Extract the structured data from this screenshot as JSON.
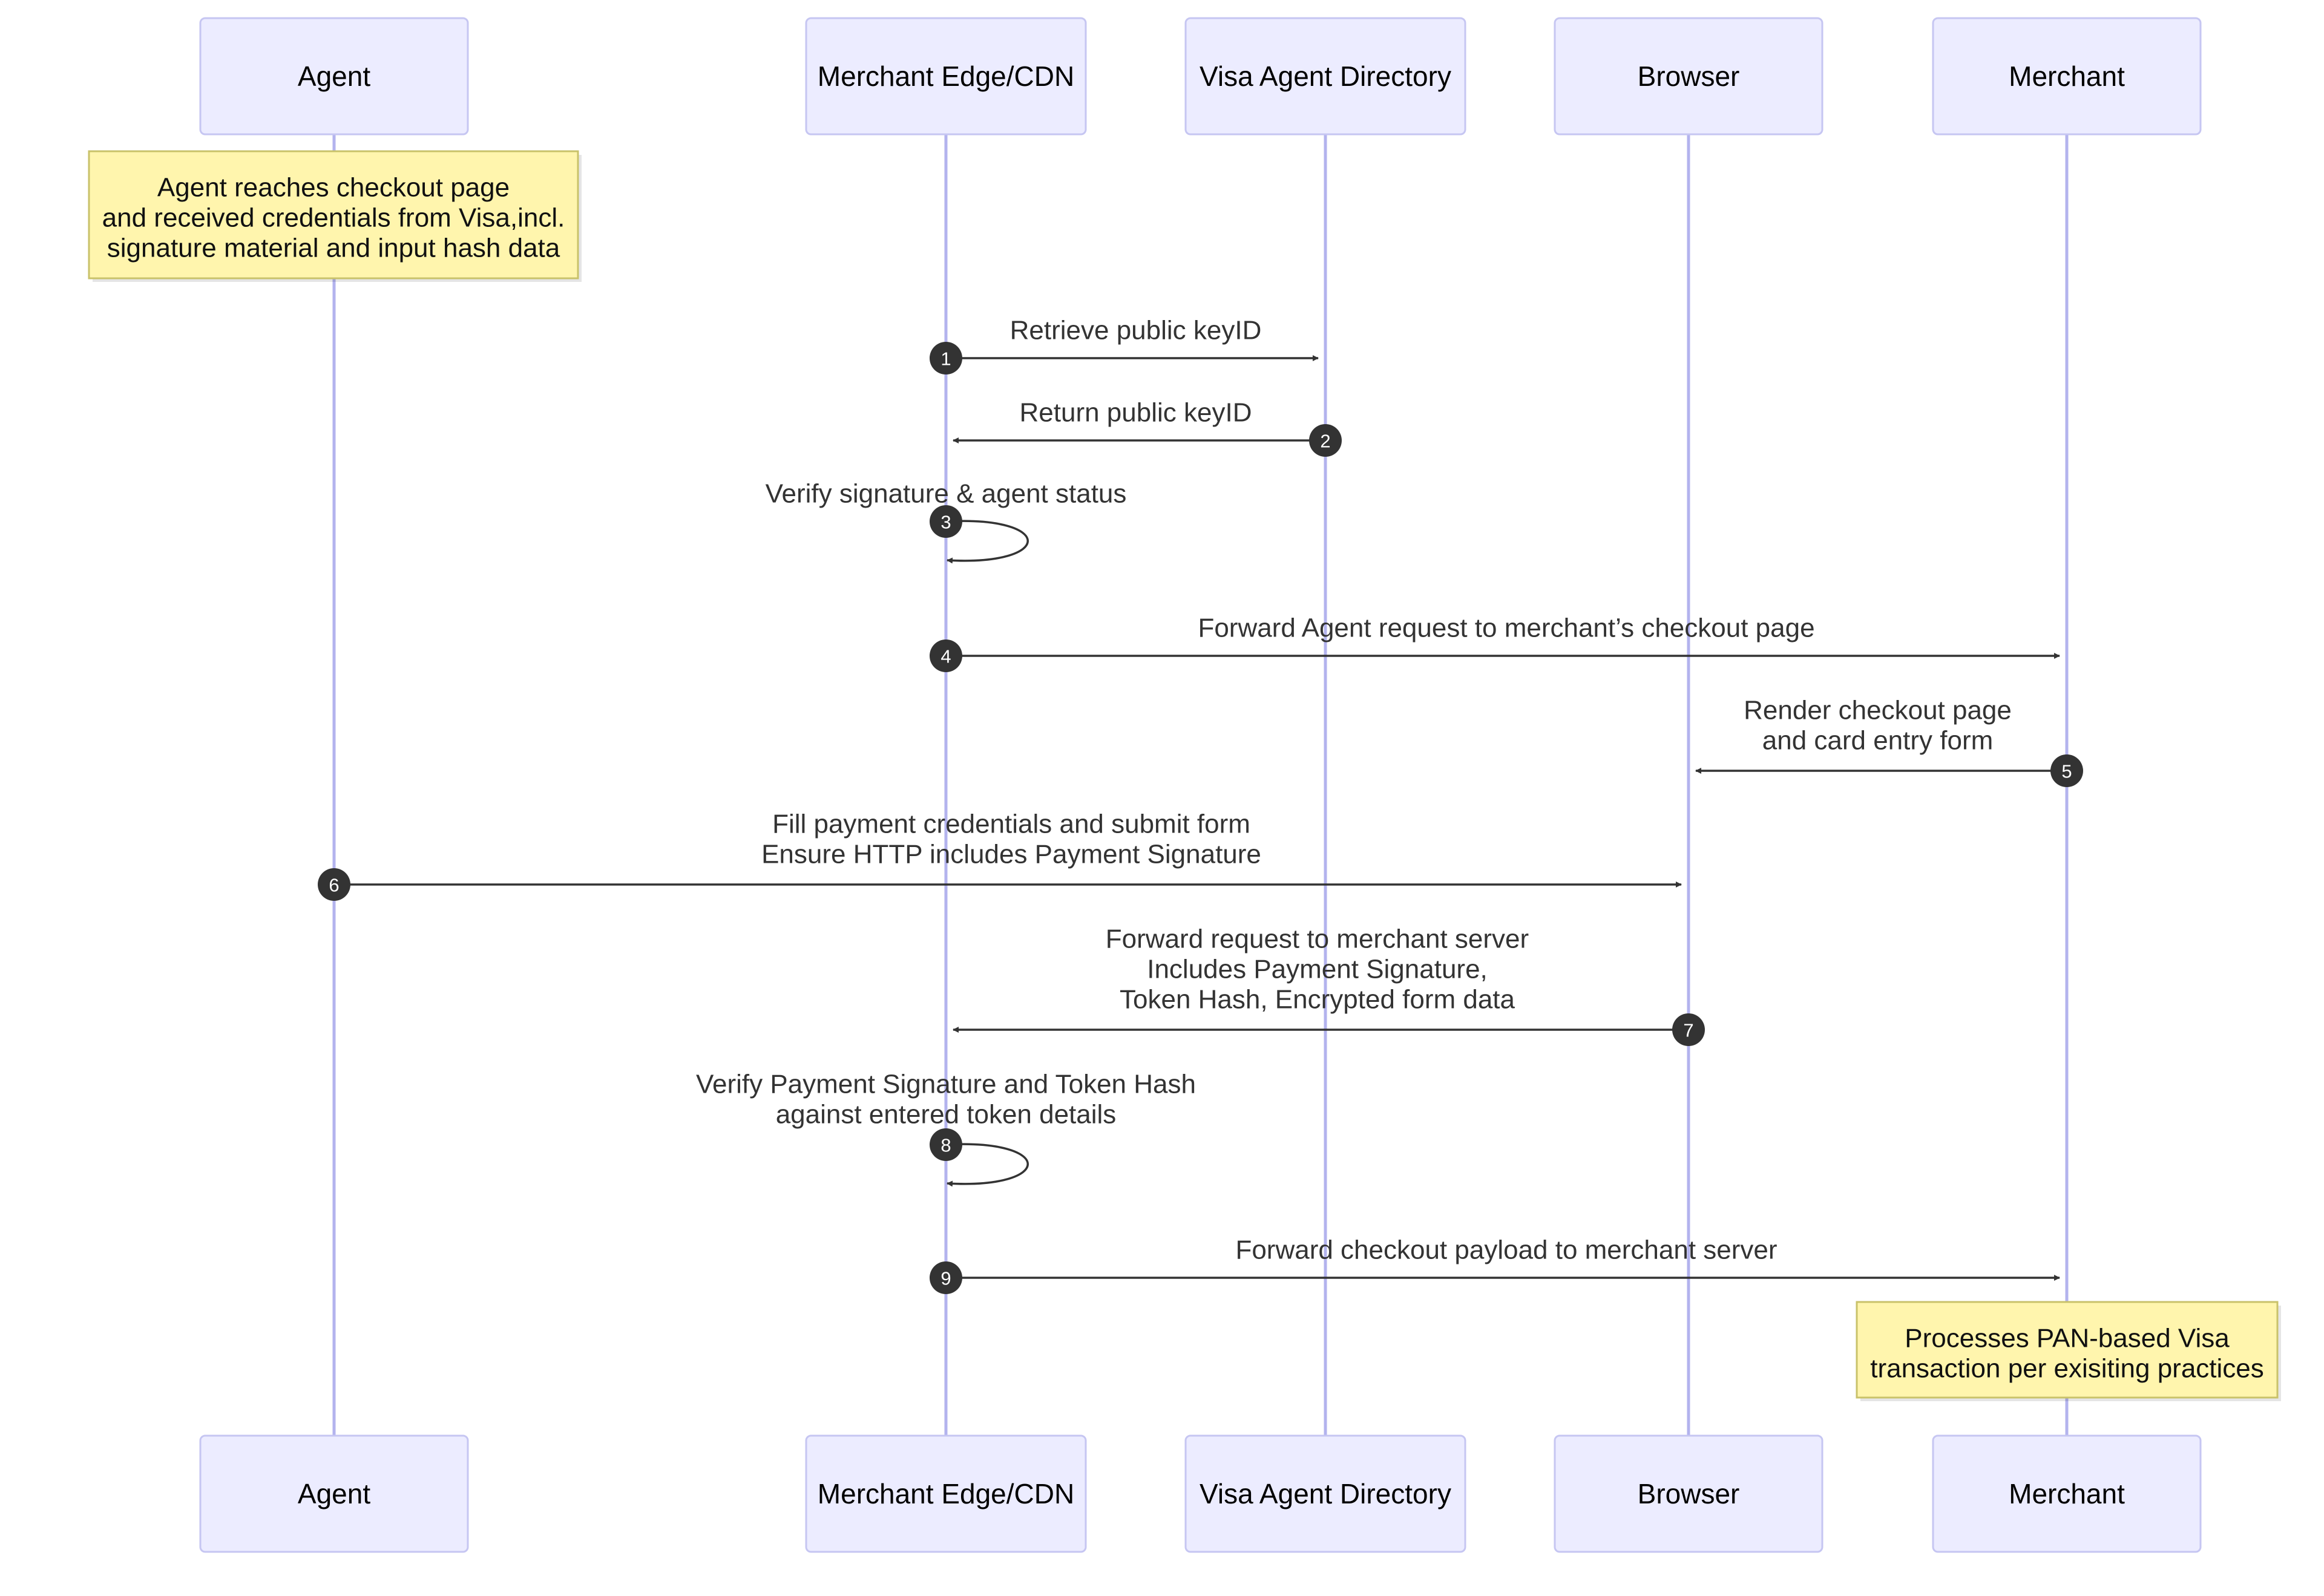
{
  "actors": [
    {
      "id": "agent",
      "label": "Agent"
    },
    {
      "id": "edge",
      "label": "Merchant Edge/CDN"
    },
    {
      "id": "vad",
      "label": "Visa Agent Directory"
    },
    {
      "id": "browser",
      "label": "Browser"
    },
    {
      "id": "merchant",
      "label": "Merchant"
    }
  ],
  "notes": [
    {
      "id": "agent-note",
      "over": "agent",
      "lines": [
        "Agent reaches checkout page",
        "and received credentials from Visa,incl.",
        "signature material and input hash data"
      ]
    },
    {
      "id": "merchant-note",
      "over": "merchant",
      "lines": [
        "Processes PAN-based Visa",
        "transaction per exisiting practices"
      ]
    }
  ],
  "messages": [
    {
      "num": "1",
      "from": "edge",
      "to": "vad",
      "lines": [
        "Retrieve public keyID"
      ]
    },
    {
      "num": "2",
      "from": "vad",
      "to": "edge",
      "lines": [
        "Return public keyID"
      ]
    },
    {
      "num": "3",
      "from": "edge",
      "to": "edge",
      "lines": [
        "Verify signature & agent status"
      ]
    },
    {
      "num": "4",
      "from": "edge",
      "to": "merchant",
      "lines": [
        "Forward Agent request to merchant’s checkout page"
      ]
    },
    {
      "num": "5",
      "from": "merchant",
      "to": "browser",
      "lines": [
        "Render checkout page",
        "and card entry form"
      ]
    },
    {
      "num": "6",
      "from": "agent",
      "to": "browser",
      "lines": [
        "Fill payment credentials and submit form",
        "Ensure HTTP includes Payment Signature"
      ]
    },
    {
      "num": "7",
      "from": "browser",
      "to": "edge",
      "lines": [
        "Forward request to merchant server",
        "Includes Payment Signature,",
        "Token Hash, Encrypted form data"
      ]
    },
    {
      "num": "8",
      "from": "edge",
      "to": "edge",
      "lines": [
        "Verify Payment Signature and Token Hash",
        "against entered token details"
      ]
    },
    {
      "num": "9",
      "from": "edge",
      "to": "merchant",
      "lines": [
        "Forward checkout payload to merchant server"
      ]
    }
  ]
}
